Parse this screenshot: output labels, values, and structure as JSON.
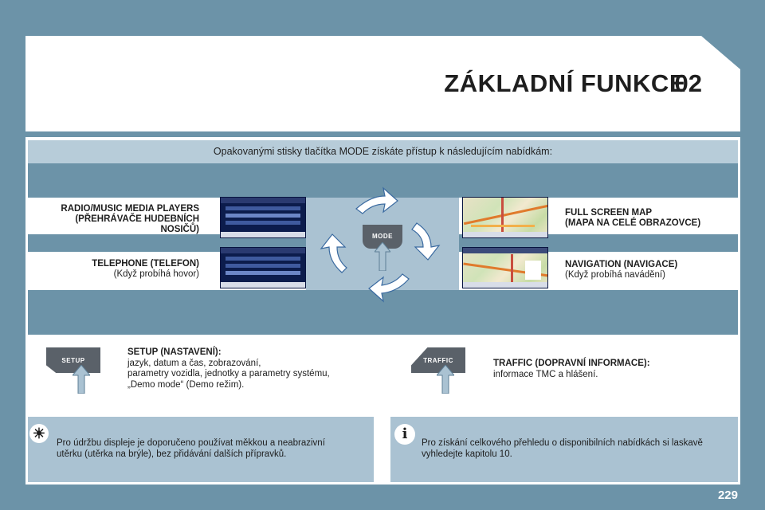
{
  "header": {
    "title": "ZÁKLADNÍ FUNKCE",
    "chapter": "02"
  },
  "intro": "Opakovanými stisky tlačítka MODE získáte přístup k následujícím nabídkám:",
  "mode_button": "MODE",
  "menus": {
    "radio": {
      "line1": "RADIO/MUSIC MEDIA PLAYERS",
      "line2": "(PŘEHRÁVAČE HUDEBNÍCH",
      "line3": "NOSIČŮ)"
    },
    "telephone": {
      "title": "TELEPHONE (TELEFON)",
      "detail": "(Když probíhá hovor)"
    },
    "fullmap": {
      "line1": "FULL SCREEN MAP",
      "line2": "(MAPA NA CELÉ OBRAZOVCE)"
    },
    "navigation": {
      "title": "NAVIGATION (NAVIGACE)",
      "detail": "(Když probíhá navádění)"
    }
  },
  "setup": {
    "button": "SETUP",
    "title": "SETUP (NASTAVENÍ):",
    "line1": "jazyk, datum a čas, zobrazování,",
    "line2": "parametry vozidla, jednotky a parametry systému,",
    "line3": "„Demo mode“ (Demo režim)."
  },
  "traffic": {
    "button": "TRAFFIC",
    "title": "TRAFFIC (DOPRAVNÍ INFORMACE):",
    "line1": "informace TMC a hlášení."
  },
  "tip": {
    "icon": "sun-icon",
    "line1": "Pro údržbu displeje je doporučeno používat měkkou a neabrazivní",
    "line2": "utěrku (utěrka na brýle), bez přidávání dalších přípravků."
  },
  "info": {
    "icon": "info-icon",
    "line1": "Pro získání celkového přehledu o disponibilních nabídkách si laskavě",
    "line2": "vyhledejte kapitolu 10."
  },
  "page_number": "229",
  "colors": {
    "background": "#6c93a8",
    "band_light": "#b7ccd9",
    "button_dark": "#5a6169"
  }
}
